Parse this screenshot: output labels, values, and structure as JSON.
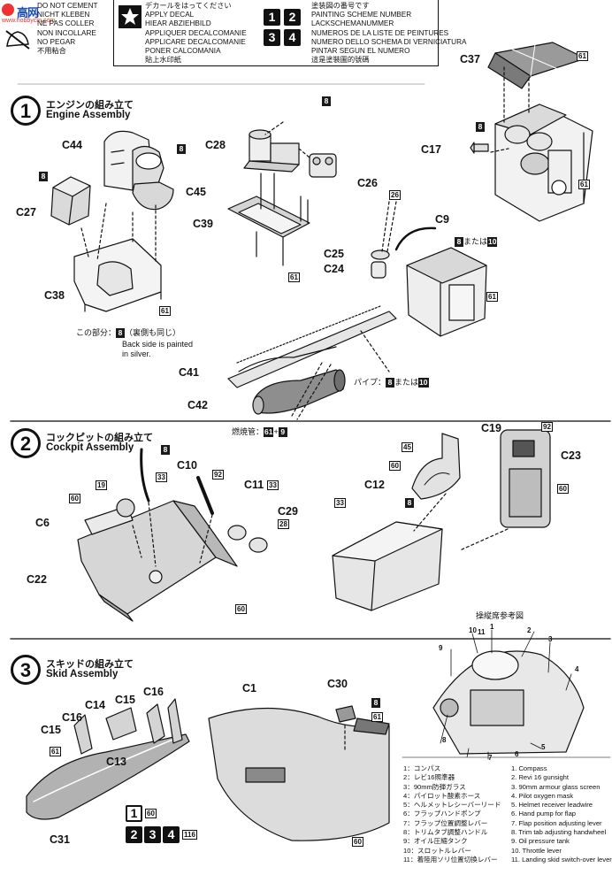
{
  "legend": {
    "no_cement": [
      "DO NOT CEMENT",
      "NICHT KLEBEN",
      "NE PAS COLLER",
      "NON INCOLLARE",
      "NO PEGAR",
      "不用粘合"
    ],
    "decal": [
      "デカールをはってください",
      "APPLY DECAL",
      "HIEAR ABZIEHBILD",
      "APPLIQUER DECALCOMANIE",
      "APPLICARE DECALCOMANIE",
      "PONER CALCOMANIA",
      "貼上水印紙"
    ],
    "painting": [
      "塗装図の番号です",
      "PAINTING SCHEME NUMBER",
      "LACKSCHEMANUMMER",
      "NUMEROS DE LA LISTE DE PEINTURES",
      "NUMERO DELLO SCHEMA DI VERNICIATURA",
      "PINTAR SEGUN EL NUMERO",
      "這是塗裝圖的號碼"
    ],
    "scheme_numbers": [
      "1",
      "2",
      "3",
      "4"
    ]
  },
  "sections": [
    {
      "num": "1",
      "jp": "エンジンの組み立て",
      "en": "Engine Assembly"
    },
    {
      "num": "2",
      "jp": "コックピットの組み立て",
      "en": "Cockpit Assembly"
    },
    {
      "num": "3",
      "jp": "スキッドの組み立て",
      "en": "Skid Assembly"
    }
  ],
  "parts": {
    "c37": "C37",
    "c17": "C17",
    "c44": "C44",
    "c28": "C28",
    "c26": "C26",
    "c27": "C27",
    "c45": "C45",
    "c39": "C39",
    "c9": "C9",
    "c25": "C25",
    "c24": "C24",
    "c38": "C38",
    "c41": "C41",
    "c42": "C42",
    "c19": "C19",
    "c23": "C23",
    "c10": "C10",
    "c11": "C11",
    "c12": "C12",
    "c6": "C6",
    "c29": "C29",
    "c22": "C22",
    "c1": "C1",
    "c30": "C30",
    "c16a": "C16",
    "c14": "C14",
    "c15a": "C15",
    "c16b": "C16",
    "c15b": "C15",
    "c13": "C13",
    "c31": "C31"
  },
  "color_codes": {
    "n8": "8",
    "n61": "61",
    "n26": "26",
    "n10": "10",
    "n33": "33",
    "n92": "92",
    "n28": "28",
    "n60": "60",
    "n19": "19",
    "n45": "45",
    "n116": "116",
    "n9": "9"
  },
  "notes": {
    "or": "または",
    "back_jp_a": "この部分：",
    "back_jp_b": "（裏側も同じ）",
    "back_en": "Back side is painted in silver.",
    "pipe": "パイプ：",
    "exhaust": "燃焼管：",
    "plus": "+"
  },
  "ref": {
    "title": "操縦席参考図",
    "callouts": [
      "1",
      "2",
      "3",
      "4",
      "5",
      "6",
      "7",
      "8",
      "9",
      "10",
      "11"
    ],
    "jp": [
      "1：コンパス",
      "2：レビ16照準器",
      "3：90mm防弾ガラス",
      "4：パイロット酸素ホース",
      "5：ヘルメットレシーバーリード",
      "6：フラップハンドポンプ",
      "7：フラップ位置調整レバー",
      "8：トリムタブ調整ハンドル",
      "9：オイル圧縮タンク",
      "10：スロットルレバー",
      "11：着陸用ソリ位置切換レバー"
    ],
    "en": [
      "1. Compass",
      "2. Revi 16 gunsight",
      "3. 90mm armour glass screen",
      "4. Pilot oxygen mask",
      "5. Helmet receiver leadwire",
      "6. Hand pump for flap",
      "7. Flap position adjusting lever",
      "8. Trim tab adjusting handwheel",
      "9. Oil pressure tank",
      "10. Throttle lever",
      "11. Landing skid switch-over lever"
    ]
  },
  "watermark": {
    "text": "www.hobbycm.com"
  },
  "colors": {
    "ink": "#111111",
    "part_fill": "#d4d4d4",
    "part_fill_dark": "#8a8a8a",
    "paper": "#ffffff"
  }
}
